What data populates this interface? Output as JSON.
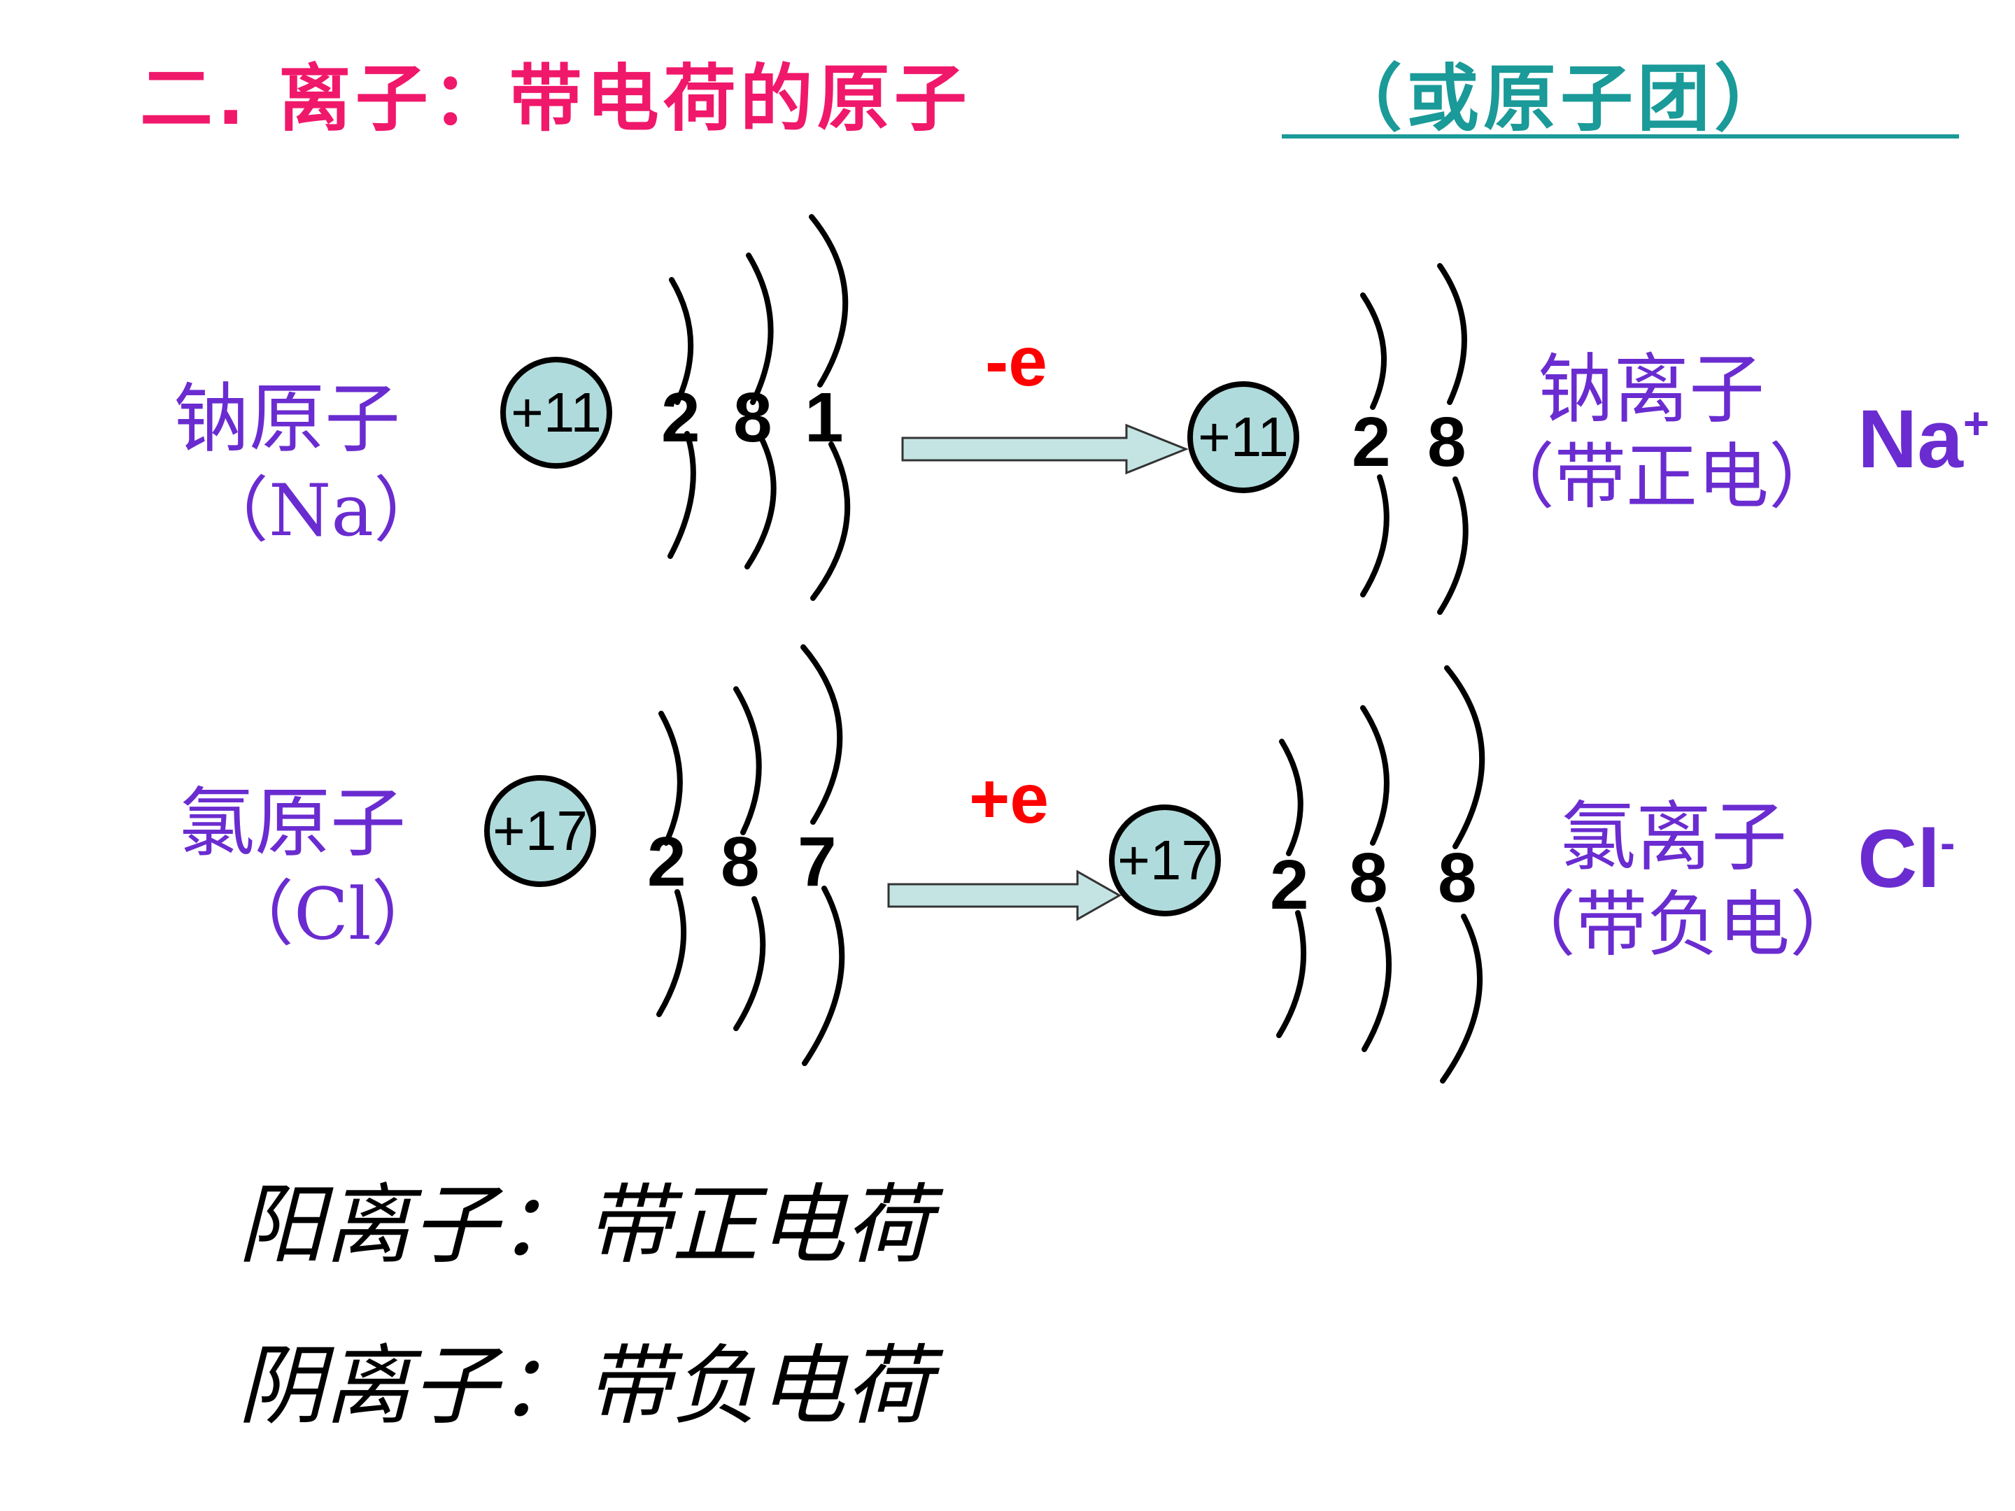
{
  "title": {
    "main": "二. 离子：带电荷的原子",
    "sub": "（或原子团）"
  },
  "sodium": {
    "atom_label": "钠原子",
    "atom_symbol": "（Na）",
    "atom_nucleus": "+11",
    "atom_shells": [
      "2",
      "8",
      "1"
    ],
    "operation": "-e",
    "ion_nucleus": "+11",
    "ion_shells": [
      "2",
      "8"
    ],
    "ion_label": "钠离子",
    "ion_charge_note": "（带正电）",
    "ion_symbol": "Na",
    "ion_sign": "+"
  },
  "chlorine": {
    "atom_label": "氯原子",
    "atom_symbol": "（Cl）",
    "atom_nucleus": "+17",
    "atom_shells": [
      "2",
      "8",
      "7"
    ],
    "operation": "+e",
    "ion_nucleus": "+17",
    "ion_shells": [
      "2",
      "8",
      "8"
    ],
    "ion_label": "氯离子",
    "ion_charge_note": "（带负电）",
    "ion_symbol": "Cl",
    "ion_sign": "-"
  },
  "definitions": [
    "阳离子：带正电荷",
    "阴离子：带负电荷"
  ],
  "colors": {
    "title": "#f0186a",
    "title_sub": "#1a9a98",
    "label": "#6a2cd0",
    "operation": "#ff0000",
    "nucleus_fill": "#b0dbdc",
    "arrow_fill": "#c4e4e4"
  }
}
